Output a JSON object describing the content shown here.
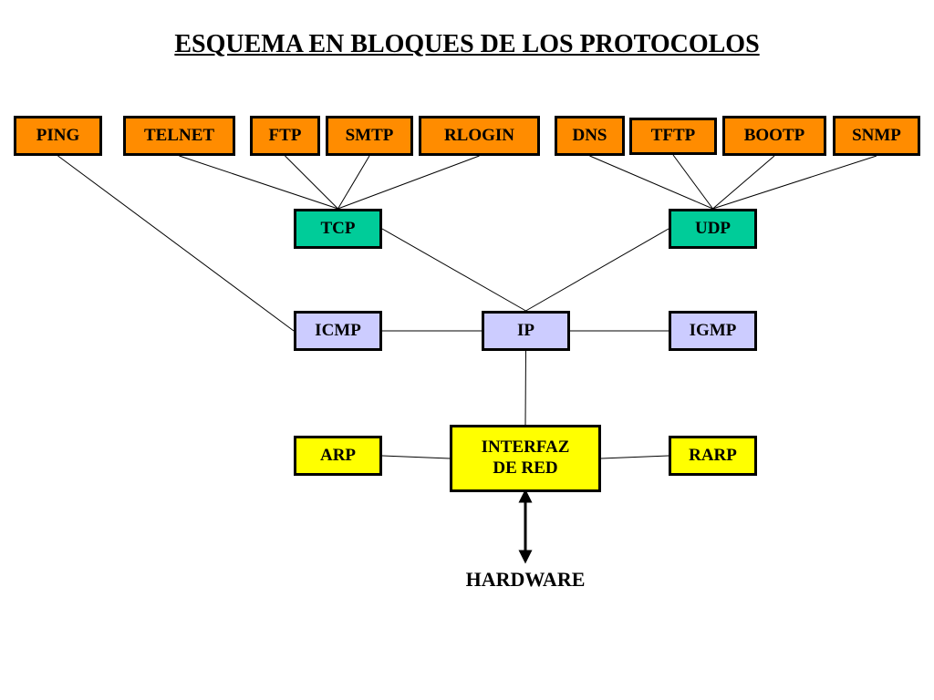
{
  "title": "ESQUEMA EN BLOQUES DE LOS PROTOCOLOS",
  "colors": {
    "application": "#ff8c00",
    "transport": "#00cc99",
    "network": "#ccccff",
    "link": "#ffff00"
  },
  "nodes": {
    "ping": "PING",
    "telnet": "TELNET",
    "ftp": "FTP",
    "smtp": "SMTP",
    "rlogin": "RLOGIN",
    "dns": "DNS",
    "tftp": "TFTP",
    "bootp": "BOOTP",
    "snmp": "SNMP",
    "tcp": "TCP",
    "udp": "UDP",
    "icmp": "ICMP",
    "ip": "IP",
    "igmp": "IGMP",
    "arp": "ARP",
    "interfaz": "INTERFAZ DE RED",
    "rarp": "RARP",
    "hardware": "HARDWARE"
  },
  "edges": [
    [
      "ping",
      "icmp"
    ],
    [
      "telnet",
      "tcp"
    ],
    [
      "ftp",
      "tcp"
    ],
    [
      "smtp",
      "tcp"
    ],
    [
      "rlogin",
      "tcp"
    ],
    [
      "dns",
      "udp"
    ],
    [
      "tftp",
      "udp"
    ],
    [
      "bootp",
      "udp"
    ],
    [
      "snmp",
      "udp"
    ],
    [
      "tcp",
      "ip"
    ],
    [
      "udp",
      "ip"
    ],
    [
      "icmp",
      "ip"
    ],
    [
      "ip",
      "igmp"
    ],
    [
      "ip",
      "interfaz"
    ],
    [
      "arp",
      "interfaz"
    ],
    [
      "interfaz",
      "rarp"
    ],
    [
      "interfaz",
      "hardware"
    ]
  ]
}
